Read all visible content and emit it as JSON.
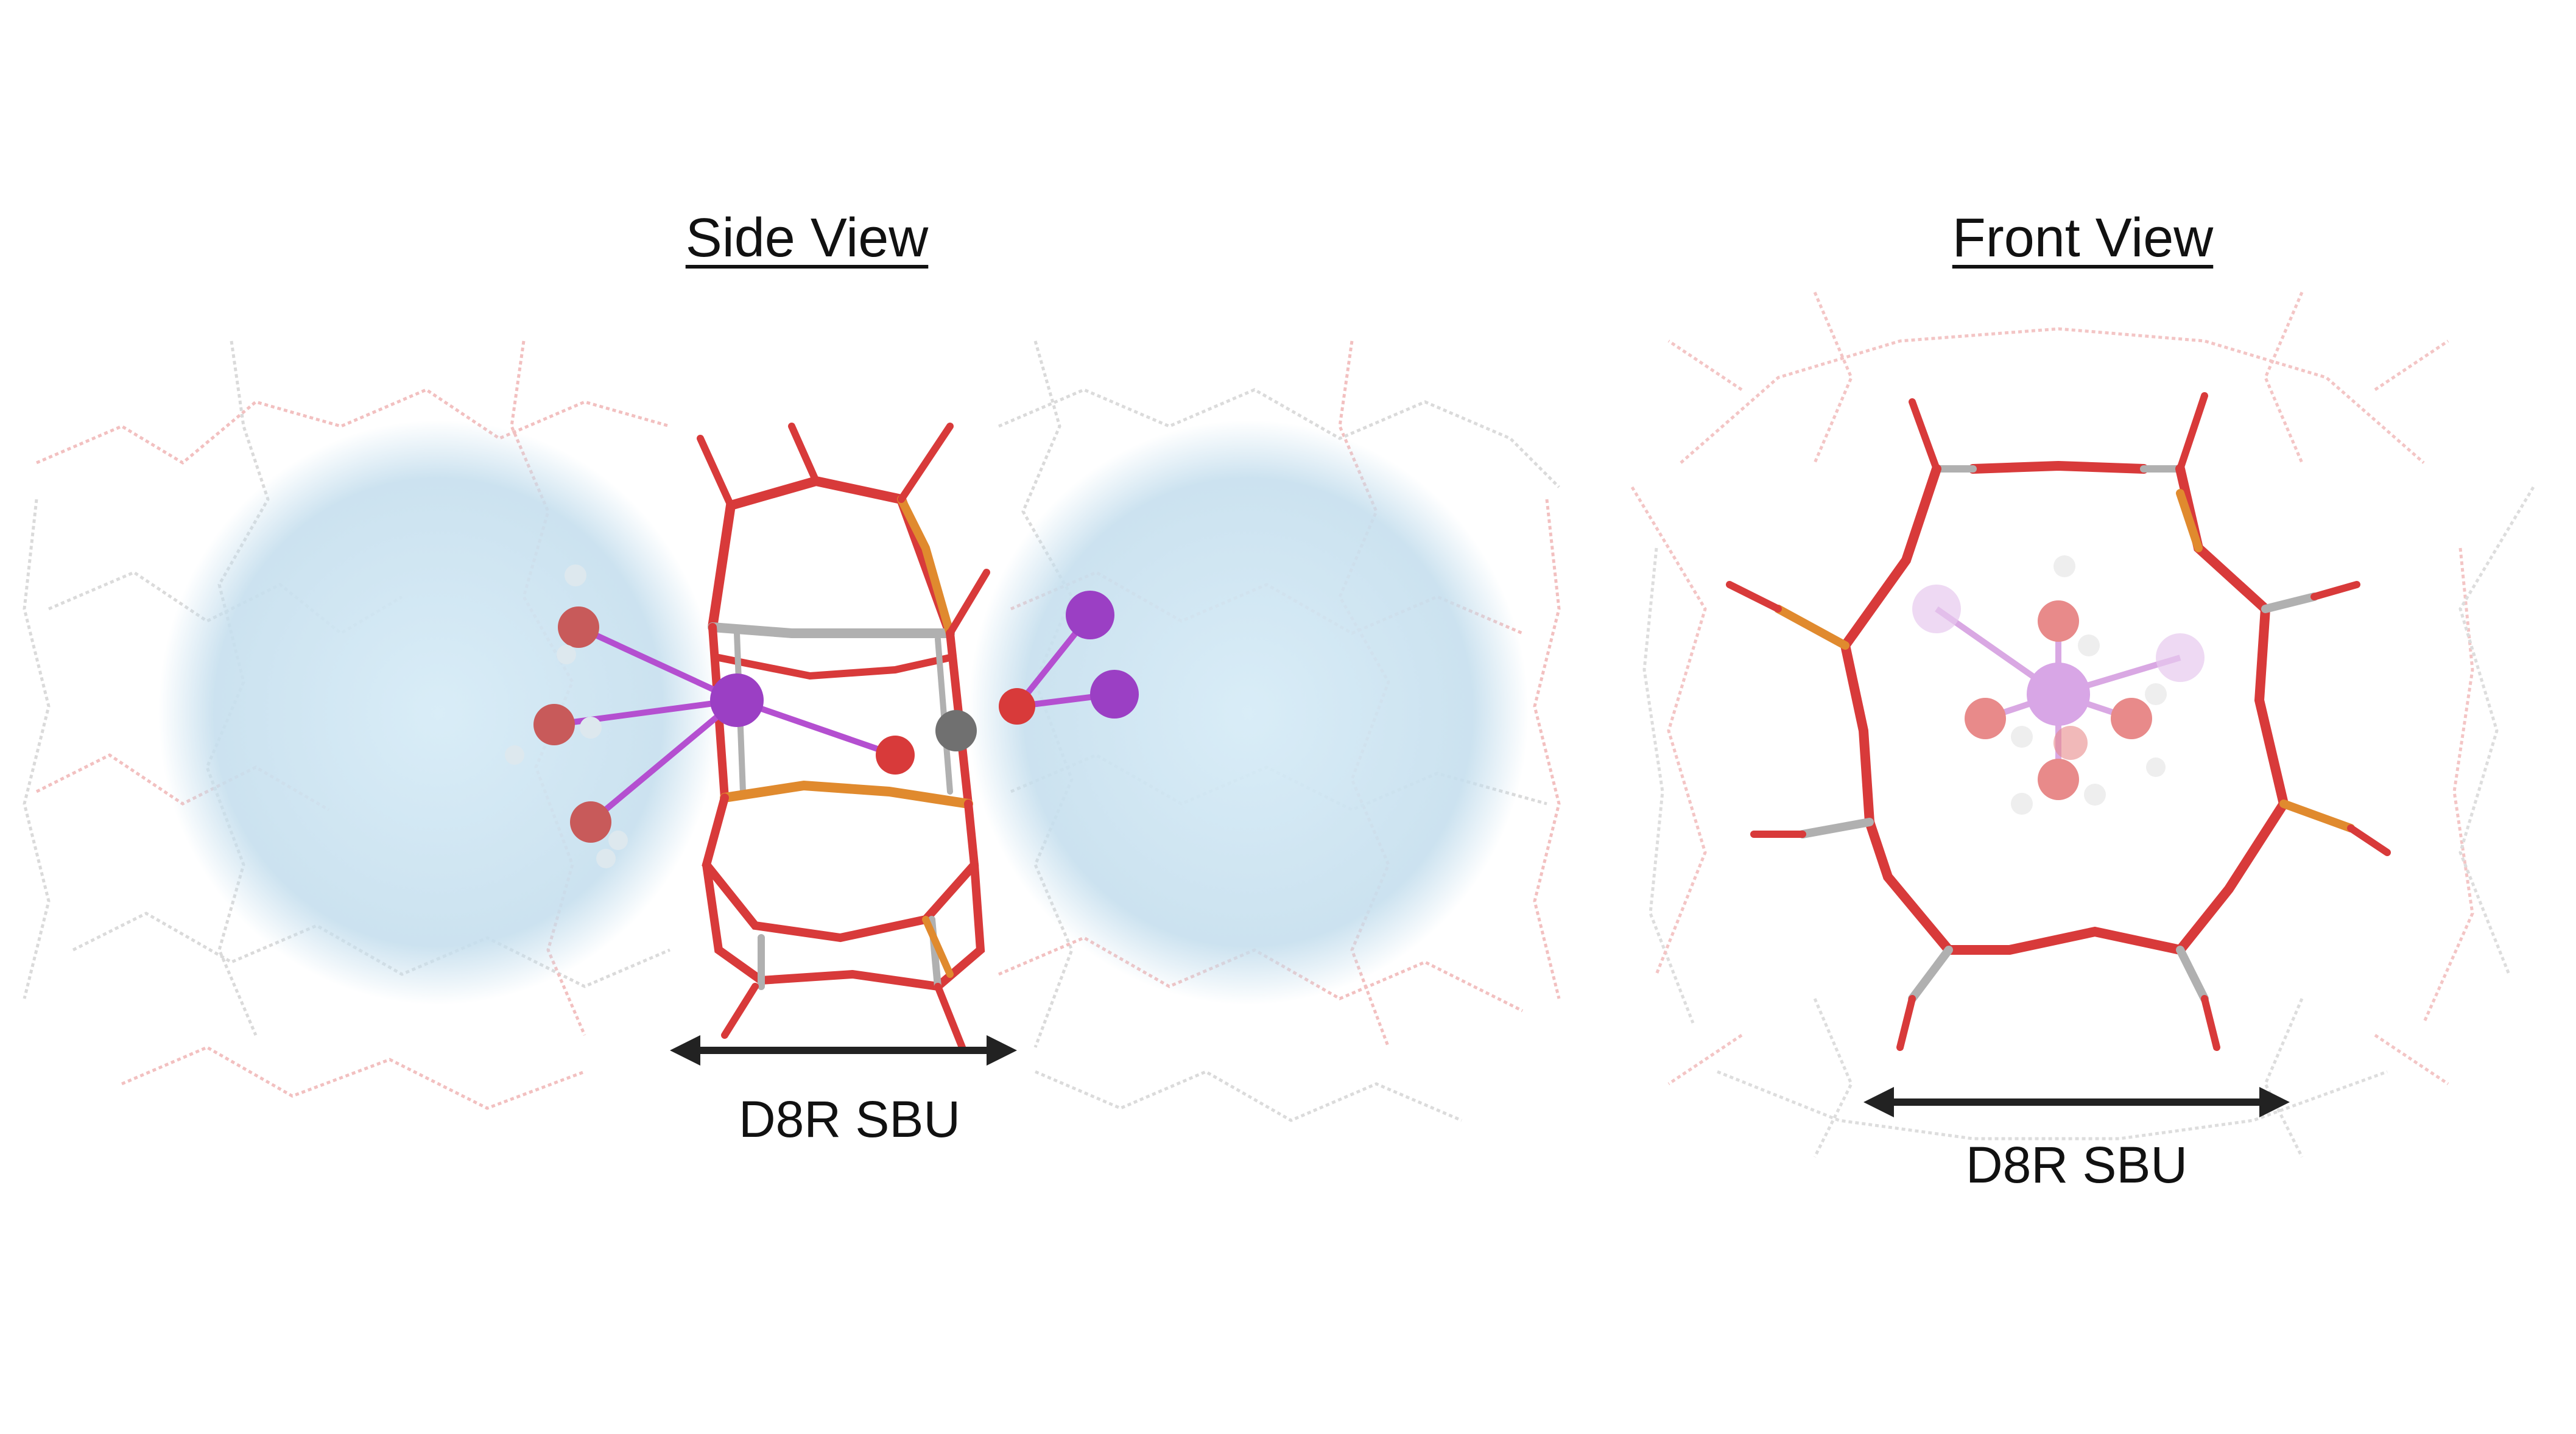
{
  "side_view": {
    "title": "Side View",
    "sbu_label": "D8R SBU",
    "cage_color": "#cfe3ef"
  },
  "front_view": {
    "title": "Front View",
    "sbu_label": "D8R SBU"
  },
  "colors": {
    "oxygen": "#d83a3a",
    "carbon_grey": "#9a9a9a",
    "phosphorus": "#e08a2e",
    "cation": "#9b3fc4",
    "hydrogen": "#dde8ee",
    "arrow": "#222222"
  }
}
